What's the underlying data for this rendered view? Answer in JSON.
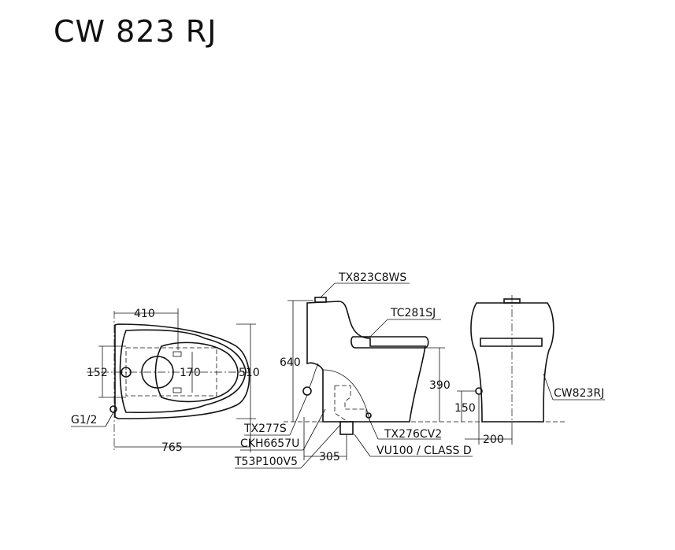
{
  "title": "CW 823 RJ",
  "plan_view": {
    "dim_width_top": "410",
    "dim_supply_offset": "152",
    "dim_mount_spacing": "170",
    "dim_depth": "510",
    "dim_length": "765",
    "supply_thread": "G1/2"
  },
  "side_view": {
    "dim_height": "640",
    "dim_seat_height": "390",
    "dim_outlet_offset": "305",
    "parts": {
      "tank_fitting": "TX823C8WS",
      "seat": "TC281SJ",
      "stop_valve": "TX277S",
      "fixing_kit": "CKH6657U",
      "outlet_pipe": "T53P100V5",
      "drain_valve": "TX276CV2",
      "class": "VU100 / CLASS D"
    }
  },
  "front_view": {
    "dim_supply_height": "150",
    "dim_supply_side": "200",
    "model_label": "CW823RJ"
  }
}
